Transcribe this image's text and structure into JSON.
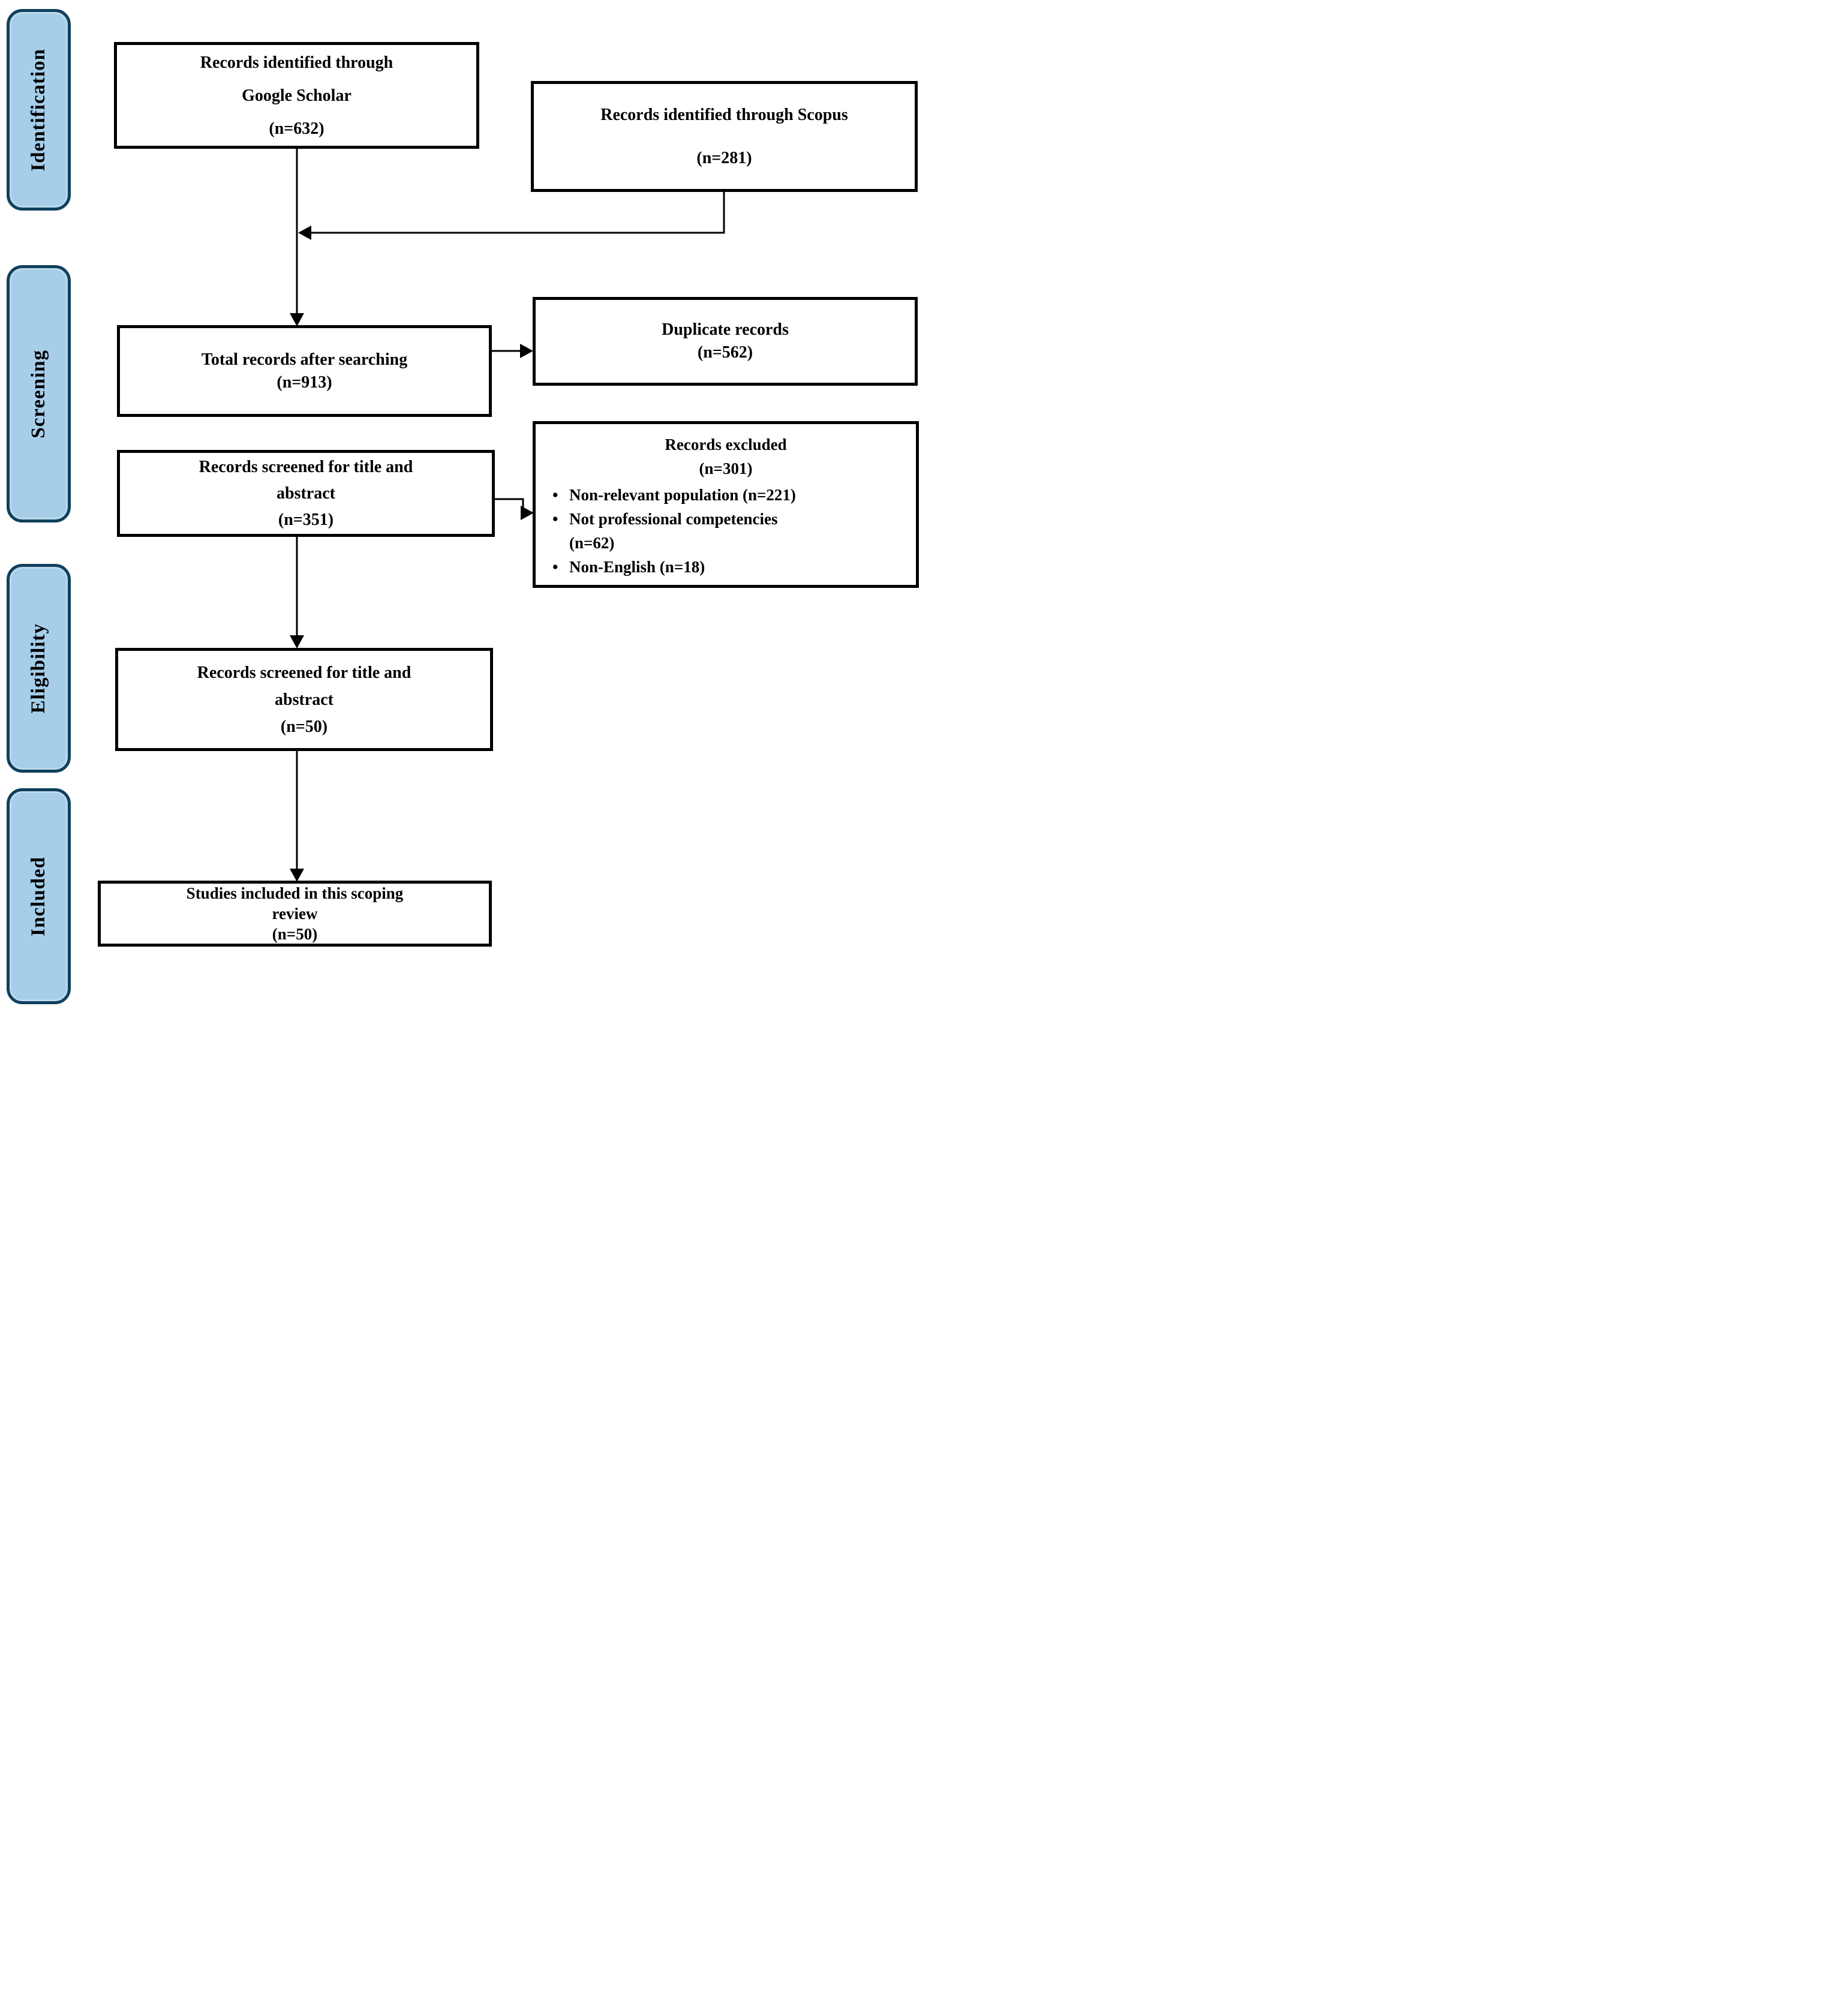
{
  "colors": {
    "background": "#ffffff",
    "pill_fill": "#a6cee9",
    "pill_border": "#10405c",
    "box_border": "#000000",
    "text": "#000000"
  },
  "sidebar": {
    "stages": [
      {
        "label": "Identification"
      },
      {
        "label": "Screening"
      },
      {
        "label": "Eligibility"
      },
      {
        "label": "Included"
      }
    ]
  },
  "boxes": {
    "google_scholar": {
      "lines": [
        "Records identified through",
        "Google Scholar",
        "(n=632)"
      ]
    },
    "scopus": {
      "lines": [
        "Records identified through Scopus",
        "(n=281)"
      ]
    },
    "total": {
      "lines": [
        "Total records after searching",
        "(n=913)"
      ]
    },
    "duplicates": {
      "lines": [
        "Duplicate records",
        "(n=562)"
      ]
    },
    "screened_title_abstract": {
      "lines": [
        "Records screened for title and",
        "abstract",
        "(n=351)"
      ]
    },
    "excluded": {
      "bullet_char": "•",
      "title": "Records excluded",
      "count": "(n=301)",
      "bullets": [
        "Non-relevant population (n=221)",
        "Not professional  competencies\n(n=62)",
        "Non-English (n=18)"
      ]
    },
    "eligibility_screened": {
      "lines": [
        "Records screened for title and",
        "abstract",
        "(n=50)"
      ]
    },
    "included_studies": {
      "lines": [
        "Studies included in this scoping",
        "review",
        "(n=50)"
      ]
    }
  }
}
